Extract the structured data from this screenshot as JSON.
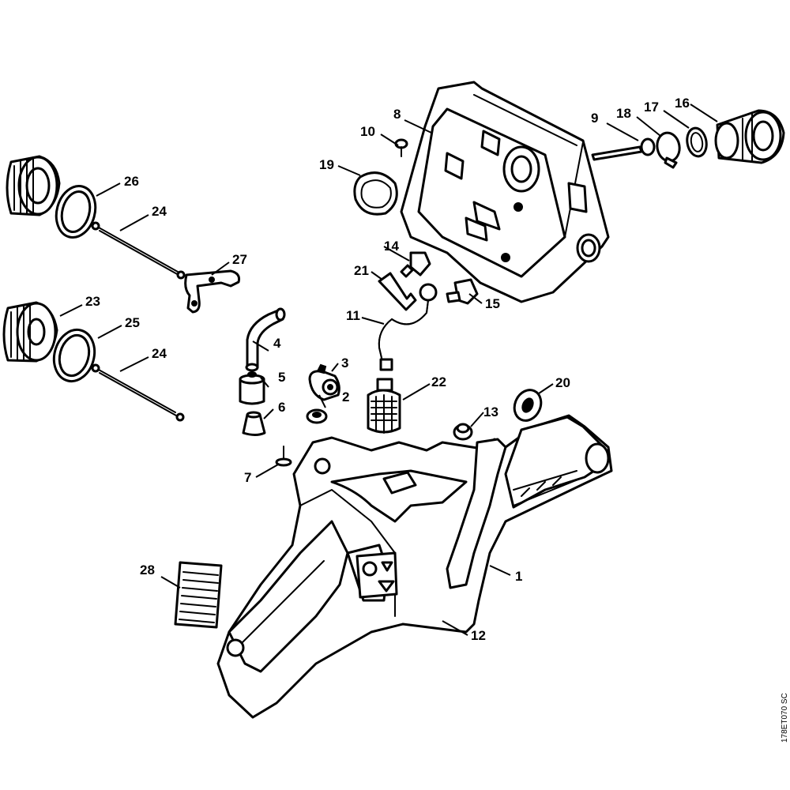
{
  "callouts": {
    "c1": "1",
    "c2": "2",
    "c3": "3",
    "c4": "4",
    "c5": "5",
    "c6": "6",
    "c7": "7",
    "c8": "8",
    "c9": "9",
    "c10": "10",
    "c11": "11",
    "c12": "12",
    "c13": "13",
    "c14": "14",
    "c15": "15",
    "c16": "16",
    "c17": "17",
    "c18": "18",
    "c19": "19",
    "c20": "20",
    "c21": "21",
    "c22": "22",
    "c23": "23",
    "c24a": "24",
    "c24b": "24",
    "c25": "25",
    "c26": "26",
    "c27": "27",
    "c28": "28"
  },
  "drawing_code": "178ET070 SC"
}
